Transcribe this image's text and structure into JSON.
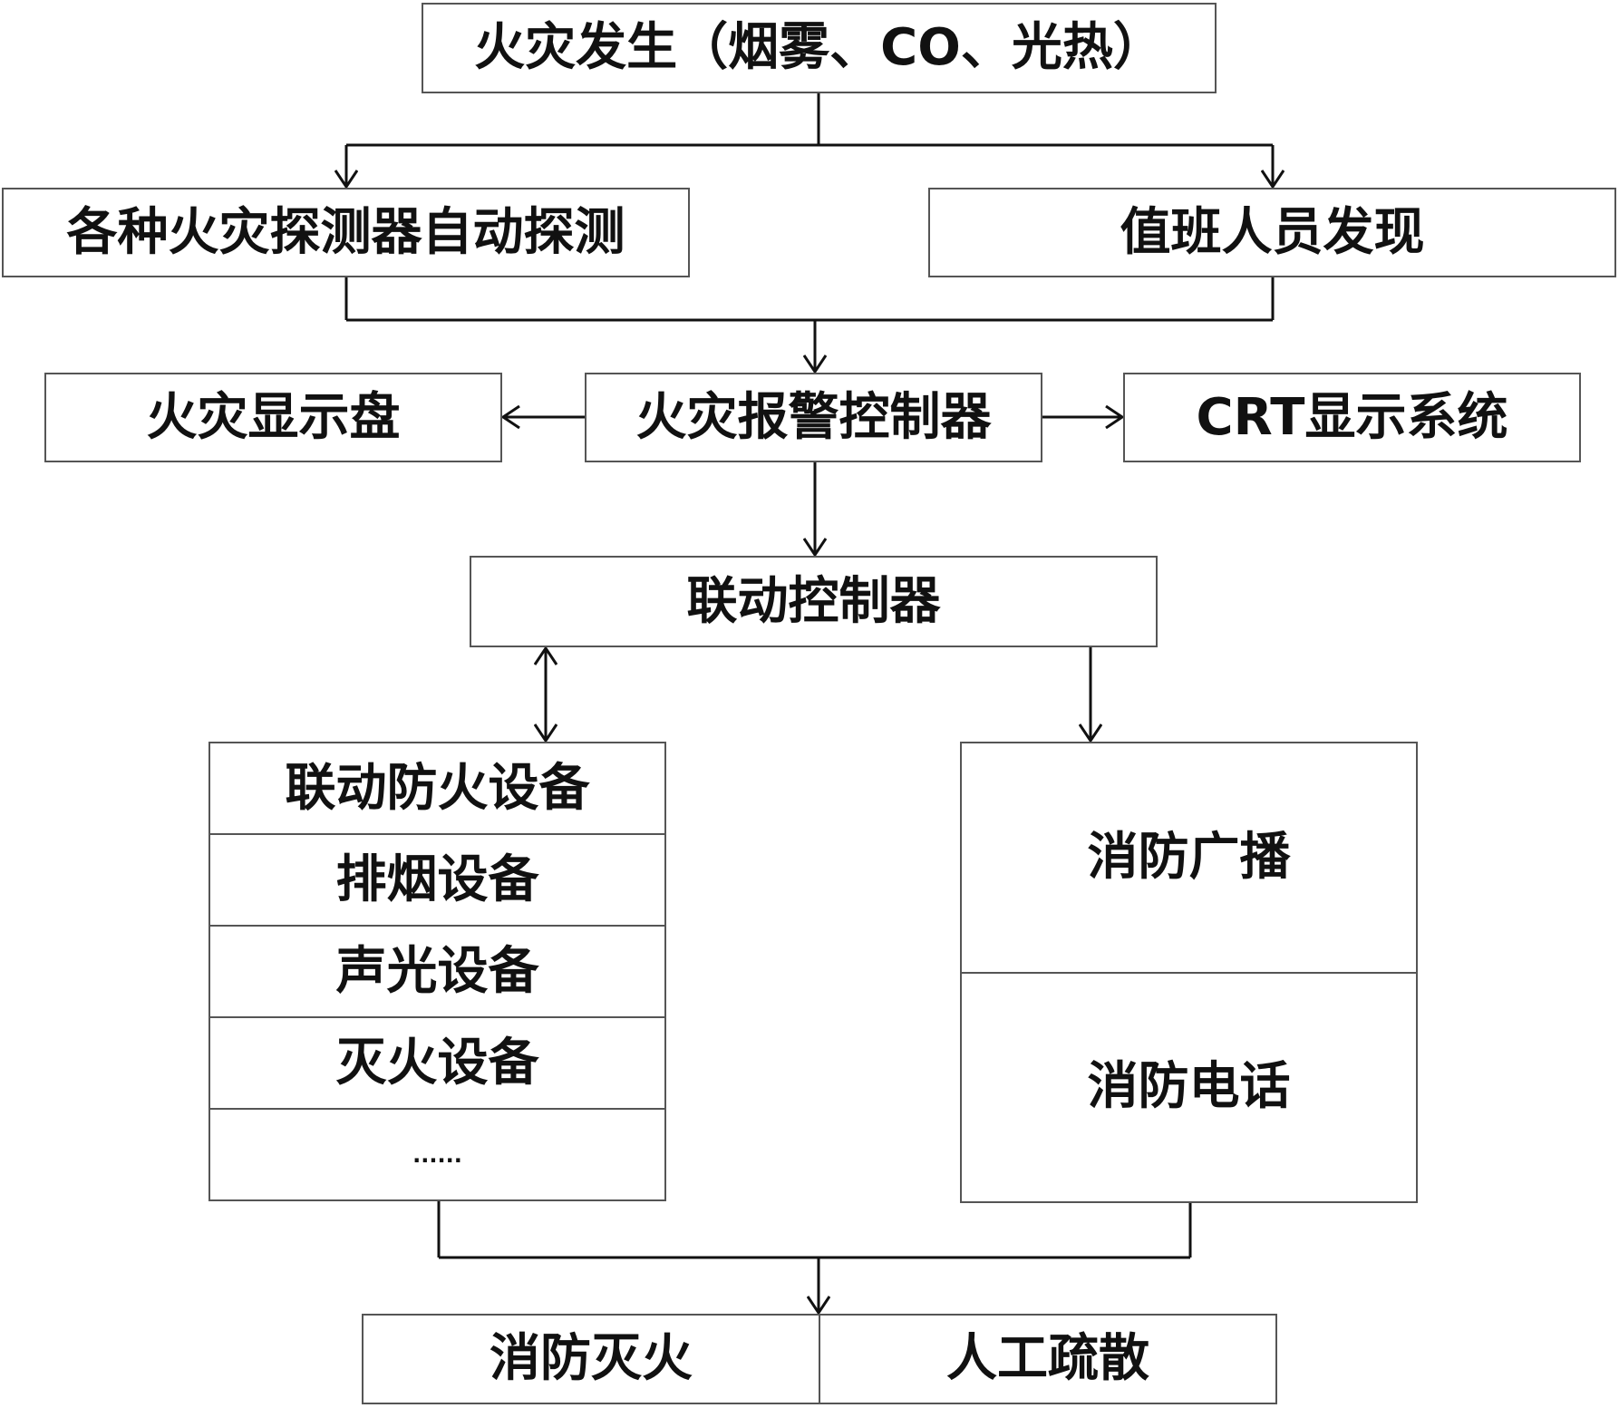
{
  "nodes": {
    "fire_occurs": "火灾发生（烟雾、CO、光热）",
    "auto_detect": "各种火灾探测器自动探测",
    "staff_discover": "值班人员发现",
    "fire_display_panel": "火灾显示盘",
    "fire_alarm_controller": "火灾报警控制器",
    "crt_display": "CRT显示系统",
    "linkage_controller": "联动控制器",
    "linkage_devices": [
      "联动防火设备",
      "排烟设备",
      "声光设备",
      "灭火设备",
      "......"
    ],
    "communication": [
      "消防广播",
      "消防电话"
    ],
    "outcomes": [
      "消防灭火",
      "人工疏散"
    ]
  },
  "colors": {
    "line": "#111111",
    "border": "#555555",
    "background": "#ffffff"
  }
}
